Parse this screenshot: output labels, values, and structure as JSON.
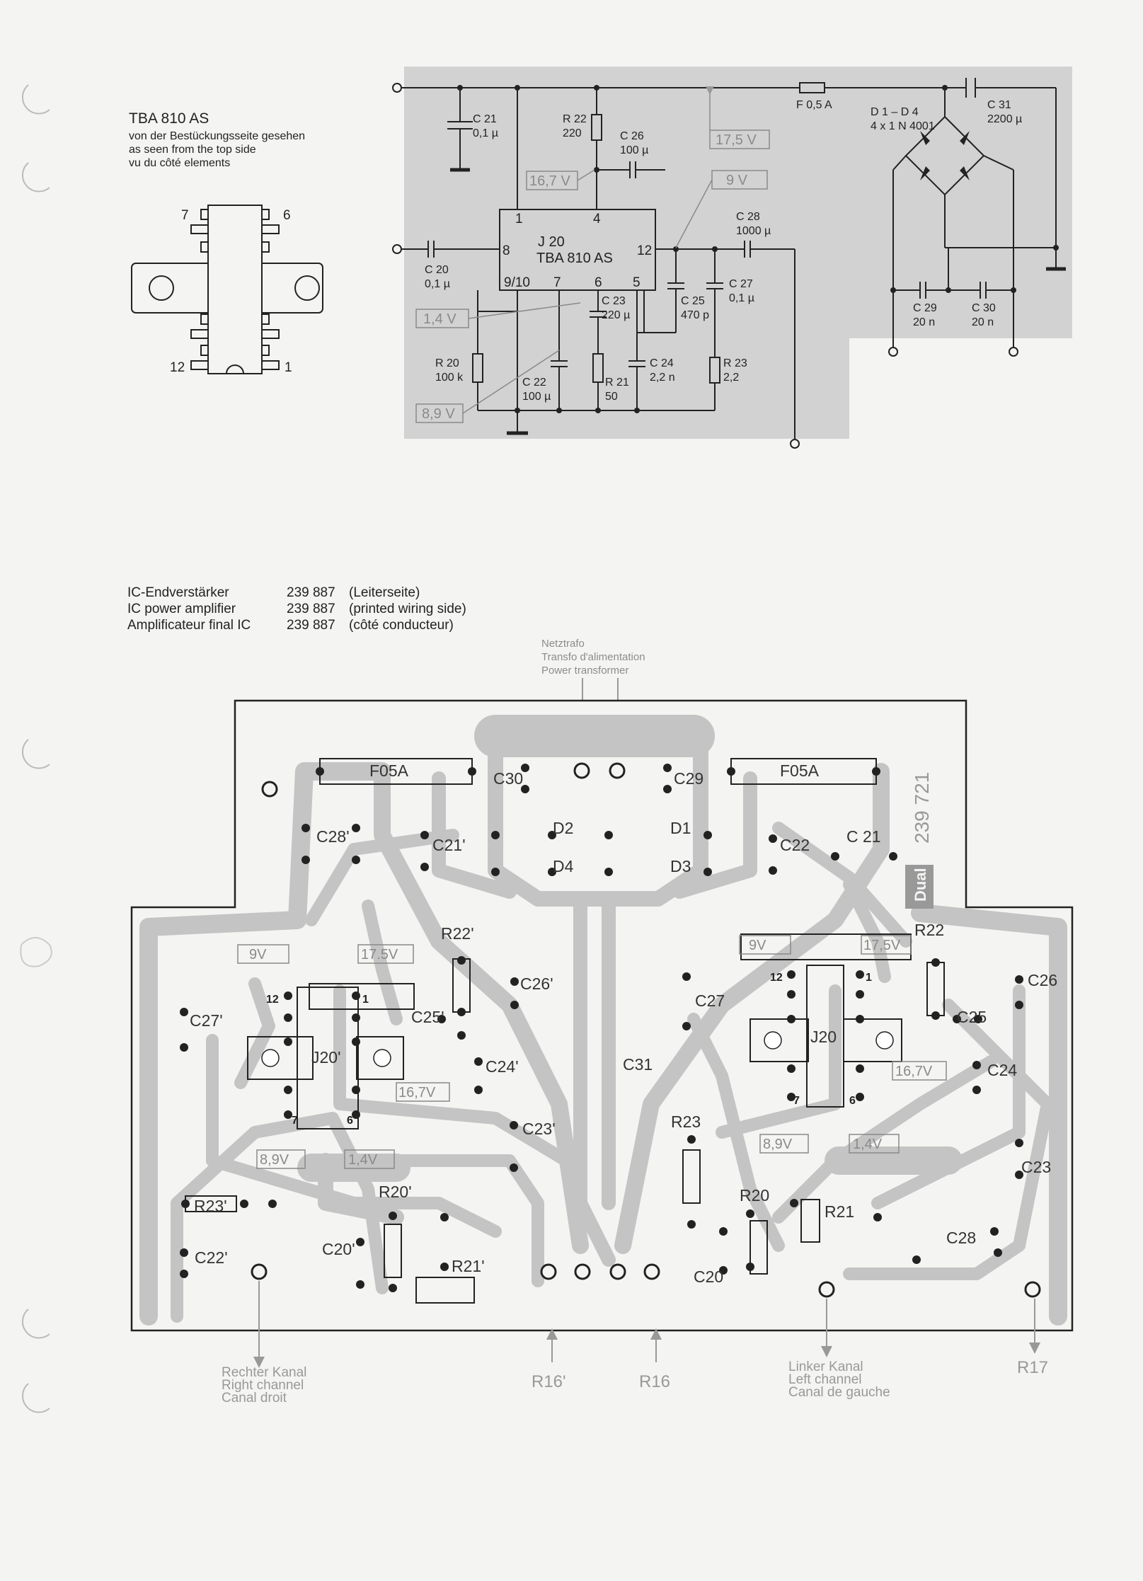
{
  "ic_pinout": {
    "title": "TBA 810 AS",
    "captions": [
      "von der Bestückungsseite gesehen",
      "as seen from the top side",
      "vu du côté elements"
    ],
    "pins": {
      "p7": "7",
      "p6": "6",
      "p12": "12",
      "p1": "1"
    }
  },
  "schematic": {
    "ic": {
      "name": "J 20",
      "type": "TBA 810 AS",
      "pins": {
        "p1": "1",
        "p4": "4",
        "p8": "8",
        "p12": "12",
        "p910": "9/10",
        "p7": "7",
        "p6": "6",
        "p5": "5"
      }
    },
    "components": {
      "c21": [
        "C 21",
        "0,1 µ"
      ],
      "r22": [
        "R 22",
        "220"
      ],
      "c26": [
        "C 26",
        "100 µ"
      ],
      "fuse": "F 0,5 A",
      "diodes": [
        "D 1 – D 4",
        "4 x 1 N 4001"
      ],
      "c31": [
        "C 31",
        "2200 µ"
      ],
      "c28": [
        "C 28",
        "1000 µ"
      ],
      "c20": [
        "C 20",
        "0,1 µ"
      ],
      "c27": [
        "C 27",
        "0,1 µ"
      ],
      "c23": [
        "C 23",
        "220 µ"
      ],
      "c25": [
        "C 25",
        "470 p"
      ],
      "r20": [
        "R 20",
        "100 k"
      ],
      "c22": [
        "C 22",
        "100 µ"
      ],
      "r21": [
        "R 21",
        "50"
      ],
      "c24": [
        "C 24",
        "2,2 n"
      ],
      "r23": [
        "R 23",
        "2,2"
      ],
      "c29": [
        "C 29",
        "20 n"
      ],
      "c30": [
        "C 30",
        "20 n"
      ]
    },
    "voltages": {
      "v175": "17,5 V",
      "v167": "16,7 V",
      "v9": "9 V",
      "v14": "1,4 V",
      "v89": "8,9 V"
    }
  },
  "parts_list": {
    "lines": [
      [
        "IC-Endverstärker",
        "239 887",
        "(Leiterseite)"
      ],
      [
        "IC power amplifier",
        "239 887",
        "(printed wiring side)"
      ],
      [
        "Amplificateur final IC",
        "239 887",
        "(côté conducteur)"
      ]
    ]
  },
  "pcb": {
    "transformer_labels": [
      "Netztrafo",
      "Transfo d'alimentation",
      "Power transformer"
    ],
    "board_number": "239 721",
    "brand": "Dual",
    "labels": {
      "fuse_l": "F05A",
      "fuse_r": "F05A",
      "c30": "C30",
      "c29": "C29",
      "d1": "D1",
      "d2": "D2",
      "d3": "D3",
      "d4": "D4",
      "c28p": "C28'",
      "c21p": "C21'",
      "c22": "C22",
      "c21": "C 21",
      "r22p": "R22'",
      "r22": "R22",
      "c26p": "C26'",
      "c26": "C26",
      "c25p": "C25'",
      "c25": "C25",
      "c27p": "C27'",
      "c27": "C27",
      "j20p": "J20'",
      "j20": "J20",
      "c24p": "C24'",
      "c24": "C24",
      "c31": "C31",
      "c23p": "C23'",
      "c23": "C23",
      "r23": "R23",
      "r23p": "R23'",
      "r20p": "R20'",
      "r20": "R20",
      "r21": "R21",
      "r21p": "R21'",
      "c28": "C28",
      "c20p": "C20'",
      "c20": "C20",
      "c22p": "C22'",
      "pin12l": "12",
      "pin1l": "1",
      "pin7l": "7",
      "pin6l": "6",
      "pin12r": "12",
      "pin1r": "1",
      "pin7r": "7",
      "pin6r": "6"
    },
    "voltages": {
      "l9": "9V",
      "l175": "17.5V",
      "l167": "16,7V",
      "l89": "8,9V",
      "l14": "1,4V",
      "r9": "9V",
      "r175": "17,5V",
      "r167": "16,7V",
      "r89": "8,9V",
      "r14": "1,4V"
    },
    "connectors": {
      "r16p": "R16'",
      "r16": "R16",
      "r17": "R17"
    },
    "channel_right": [
      "Rechter Kanal",
      "Right channel",
      "Canal droit"
    ],
    "channel_left": [
      "Linker Kanal",
      "Left channel",
      "Canal de gauche"
    ]
  }
}
